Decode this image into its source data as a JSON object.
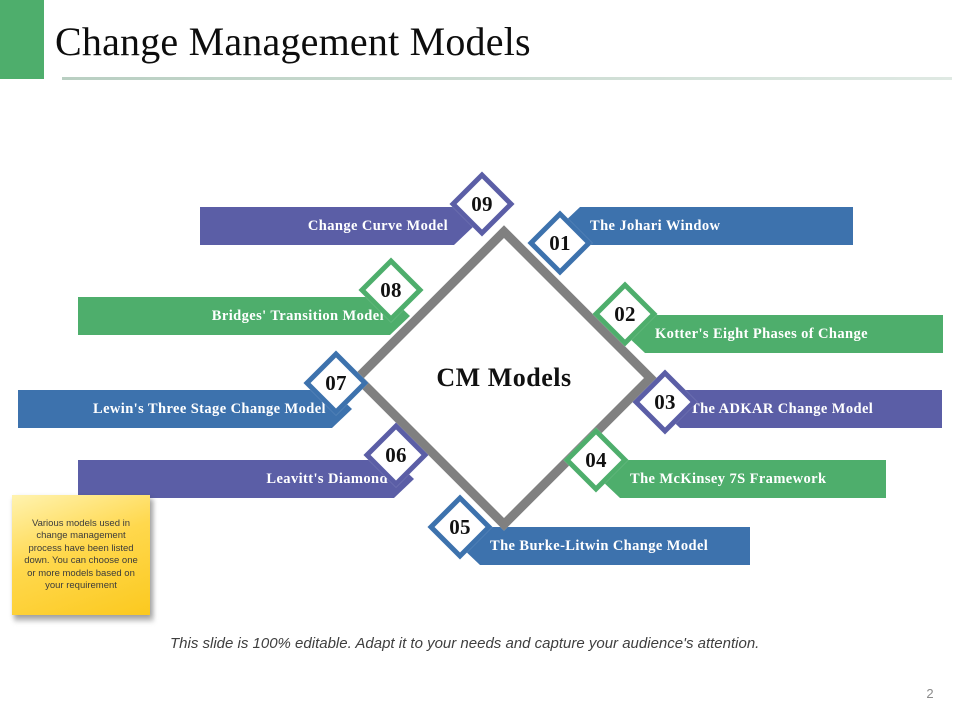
{
  "header": {
    "title": "Change Management Models",
    "accent_color": "#4EAE6C"
  },
  "palette": {
    "blue": "#3D72AD",
    "green": "#4EAE6C",
    "purple": "#5B5EA6",
    "gray": "#808080",
    "note_yellow": "#FFD84D"
  },
  "center": {
    "label": "CM Models"
  },
  "items": [
    {
      "number": "01",
      "label": "The Johari Window",
      "color": "#3D72AD",
      "side": "right"
    },
    {
      "number": "02",
      "label": "Kotter's Eight Phases of Change",
      "color": "#4EAE6C",
      "side": "right"
    },
    {
      "number": "03",
      "label": "The ADKAR Change Model",
      "color": "#5B5EA6",
      "side": "right"
    },
    {
      "number": "04",
      "label": "The McKinsey 7S Framework",
      "color": "#4EAE6C",
      "side": "right"
    },
    {
      "number": "05",
      "label": "The Burke-Litwin Change Model",
      "color": "#3D72AD",
      "side": "right"
    },
    {
      "number": "06",
      "label": "Leavitt's Diamond",
      "color": "#5B5EA6",
      "side": "left"
    },
    {
      "number": "07",
      "label": "Lewin's Three Stage Change Model",
      "color": "#3D72AD",
      "side": "left"
    },
    {
      "number": "08",
      "label": "Bridges' Transition Model",
      "color": "#4EAE6C",
      "side": "left"
    },
    {
      "number": "09",
      "label": "Change Curve Model",
      "color": "#5B5EA6",
      "side": "left"
    }
  ],
  "note": {
    "text": "Various models used in change management process have been listed down. You can choose one or more models based on your requirement"
  },
  "footer": {
    "text": "This slide is 100% editable. Adapt it to your needs and capture your audience's attention.",
    "page_number": "2"
  }
}
